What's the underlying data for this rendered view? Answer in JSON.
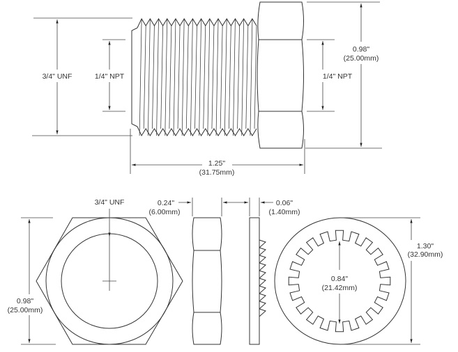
{
  "top_view": {
    "thread_major": "3/4\" UNF",
    "port_left": "1/4\" NPT",
    "port_right": "1/4\" NPT",
    "hex_height_in": "0.98\"",
    "hex_height_mm": "(25.00mm)",
    "length_in": "1.25\"",
    "length_mm": "(31.75mm)"
  },
  "bottom_view": {
    "nut_thread": "3/4\" UNF",
    "nut_height_in": "0.98\"",
    "nut_height_mm": "(25.00mm)",
    "nut_thickness_in": "0.24\"",
    "nut_thickness_mm": "(6.00mm)",
    "washer_thickness_in": "0.06\"",
    "washer_thickness_mm": "(1.40mm)",
    "washer_inner_in": "0.84\"",
    "washer_inner_mm": "(21.42mm)",
    "washer_outer_in": "1.30\"",
    "washer_outer_mm": "(32.90mm)"
  }
}
